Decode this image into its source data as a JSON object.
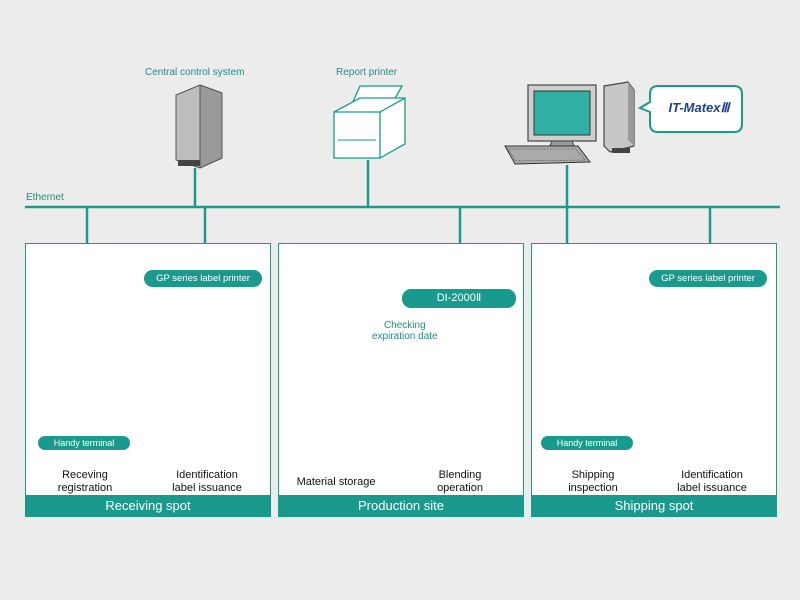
{
  "labels": {
    "central_control": "Central control system",
    "report_printer": "Report printer",
    "ethernet": "Ethernet",
    "itmatex": "IT-MatexⅢ",
    "gp_printer": "GP series label printer",
    "di2000": "DI-2000Ⅱ",
    "handy_terminal": "Handy terminal",
    "checking_expiration": "Checking\nexpiration date"
  },
  "panels": {
    "receiving": {
      "title": "Receiving spot",
      "caption_left": "Receving\nregistration",
      "caption_right": "Identification\nlabel issuance"
    },
    "production": {
      "title": "Production site",
      "caption_left": "Material storage",
      "caption_right": "Blending\noperation"
    },
    "shipping": {
      "title": "Shipping spot",
      "caption_left": "Shipping\ninspection",
      "caption_right": "Identification\nlabel issuance"
    }
  },
  "colors": {
    "accent": "#1a9a8c",
    "background": "#ececec",
    "panel_bg": "#ffffff"
  }
}
